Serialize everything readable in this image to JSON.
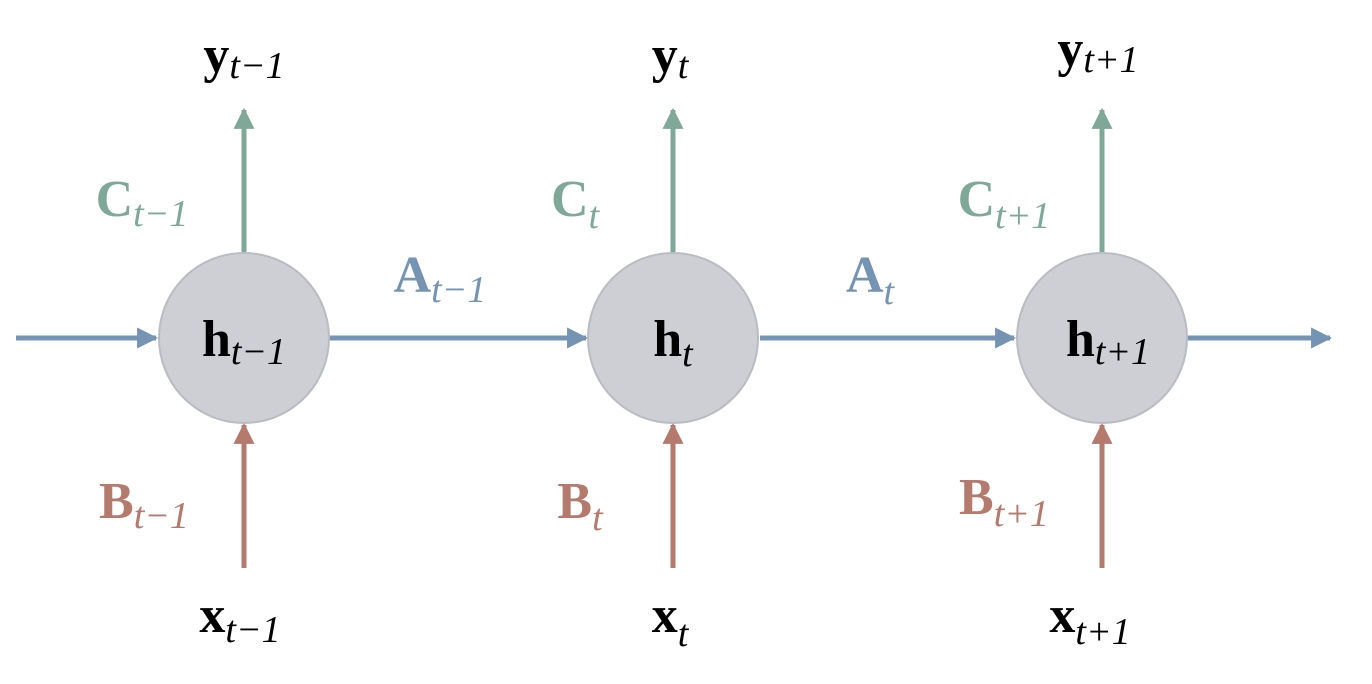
{
  "colors": {
    "state_transition": "#7593b3",
    "output_matrix": "#7fa898",
    "input_matrix": "#b47a6d",
    "node_fill": "#cdcfd4",
    "text": "#000000"
  },
  "steps": [
    {
      "hidden": {
        "symbol": "h",
        "subscript": "t−1"
      },
      "input": {
        "symbol": "x",
        "subscript": "t−1"
      },
      "output": {
        "symbol": "y",
        "subscript": "t−1"
      },
      "input_matrix": {
        "symbol": "B",
        "subscript": "t−1"
      },
      "output_matrix": {
        "symbol": "C",
        "subscript": "t−1"
      }
    },
    {
      "hidden": {
        "symbol": "h",
        "subscript": "t"
      },
      "input": {
        "symbol": "x",
        "subscript": "t"
      },
      "output": {
        "symbol": "y",
        "subscript": "t"
      },
      "input_matrix": {
        "symbol": "B",
        "subscript": "t"
      },
      "output_matrix": {
        "symbol": "C",
        "subscript": "t"
      }
    },
    {
      "hidden": {
        "symbol": "h",
        "subscript": "t+1"
      },
      "input": {
        "symbol": "x",
        "subscript": "t+1"
      },
      "output": {
        "symbol": "y",
        "subscript": "t+1"
      },
      "input_matrix": {
        "symbol": "B",
        "subscript": "t+1"
      },
      "output_matrix": {
        "symbol": "C",
        "subscript": "t+1"
      }
    }
  ],
  "transitions": [
    {
      "symbol": "A",
      "subscript": "t−1"
    },
    {
      "symbol": "A",
      "subscript": "t"
    }
  ]
}
